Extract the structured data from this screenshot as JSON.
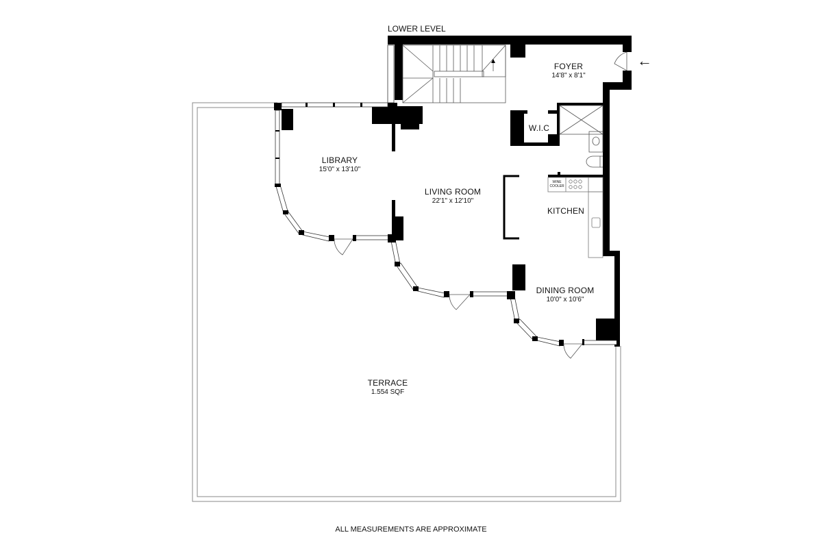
{
  "plan": {
    "level_label": "LOWER LEVEL",
    "footer_note": "ALL MEASUREMENTS ARE APPROXIMATE",
    "entry_arrow": "←"
  },
  "rooms": {
    "foyer": {
      "name": "FOYER",
      "dims": "14'8\" x 8'1\""
    },
    "wic": {
      "name": "W.I.C"
    },
    "library": {
      "name": "LIBRARY",
      "dims": "15'0\" x 13'10\""
    },
    "living_room": {
      "name": "LIVING ROOM",
      "dims": "22'1\" x 12'10\""
    },
    "kitchen": {
      "name": "KITCHEN"
    },
    "dining_room": {
      "name": "DINING ROOM",
      "dims": "10'0\" x 10'6\""
    },
    "terrace": {
      "name": "TERRACE",
      "area": "1.554 SQF"
    }
  },
  "fixtures": {
    "wine_cooler_line1": "WINE",
    "wine_cooler_line2": "COOLER"
  },
  "colors": {
    "wall": "#000000",
    "line": "#555555",
    "terrace_border": "#888888",
    "background": "#ffffff"
  }
}
